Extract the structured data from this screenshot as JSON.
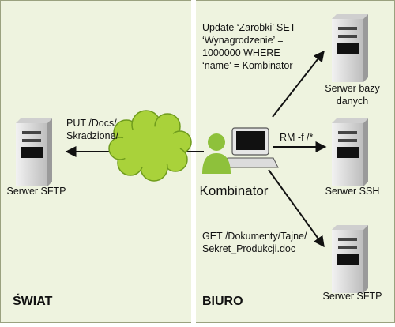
{
  "colors": {
    "background": "#eef3df",
    "divider": "#ffffff",
    "border": "#9aa17f",
    "cloud": "#a9d23a",
    "person": "#8ec13b",
    "server_light": "#d9d9d9",
    "server_dark": "#7a7a7a",
    "line": "#111111"
  },
  "zones": {
    "world": "ŚWIAT",
    "office": "BIURO"
  },
  "nodes": {
    "sftp_world": "Serwer SFTP",
    "attacker": "Kombinator",
    "db": [
      "Serwer bazy",
      "danych"
    ],
    "ssh": "Serwer SSH",
    "sftp_office": "Serwer SFTP"
  },
  "edges": {
    "put": [
      "PUT /Docs/",
      "Skradzione/"
    ],
    "sql": [
      "Update ‘Zarobki’ SET",
      "‘Wynagrodzenie’ =",
      "1000000 WHERE",
      "‘name’ = Kombinator"
    ],
    "rm": "RM -f /*",
    "get": [
      "GET /Dokumenty/Tajne/",
      "Sekret_Produkcji.doc"
    ]
  },
  "icons": {
    "server": "server-tower-icon",
    "cloud": "internet-cloud-icon",
    "person": "user-at-computer-icon"
  }
}
